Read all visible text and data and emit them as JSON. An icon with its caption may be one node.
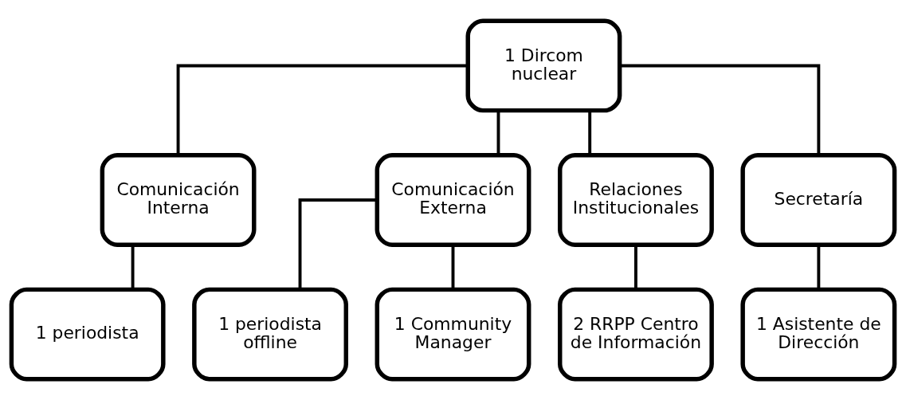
{
  "diagram": {
    "nodes": [
      {
        "text": [
          "1 Dircom nuclear"
        ]
      },
      {
        "text": [
          "Comunicación Interna"
        ]
      },
      {
        "text": [
          "Comunicación Externa"
        ]
      },
      {
        "text": [
          "Relaciones Institucionales"
        ]
      },
      {
        "text": [
          "Secretaría"
        ]
      },
      {
        "text": [
          "1 periodista"
        ]
      },
      {
        "text": [
          "1 periodista offline"
        ]
      },
      {
        "text": [
          "1 Community Manager"
        ]
      },
      {
        "text": [
          "2 RRPP Centro de Información"
        ]
      },
      {
        "text": [
          "1 Asistente de Dirección"
        ]
      }
    ],
    "edges": [
      {
        "from": 0,
        "to": 1,
        "arrow": "none"
      },
      {
        "from": 0,
        "to": 2,
        "arrow": "none"
      },
      {
        "from": 0,
        "to": 3,
        "arrow": "none"
      },
      {
        "from": 0,
        "to": 4,
        "arrow": "none"
      },
      {
        "from": 1,
        "to": 5,
        "arrow": "none"
      },
      {
        "from": 2,
        "to": 6,
        "arrow": "none"
      },
      {
        "from": 2,
        "to": 7,
        "arrow": "none"
      },
      {
        "from": 3,
        "to": 8,
        "arrow": "none"
      },
      {
        "from": 4,
        "to": 9,
        "arrow": "none"
      }
    ]
  }
}
